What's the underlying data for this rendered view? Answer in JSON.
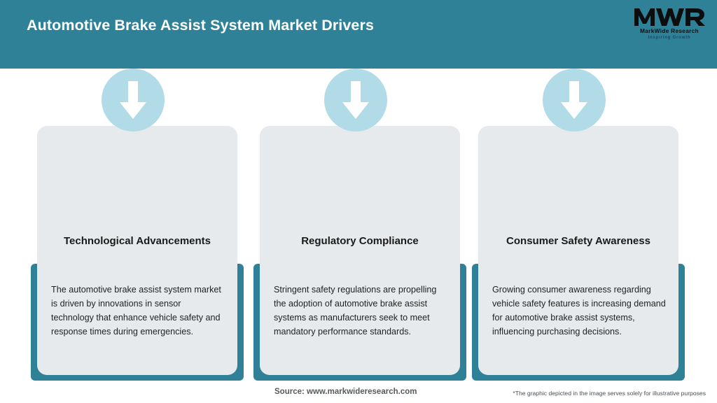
{
  "header": {
    "title": "Automotive Brake Assist System Market Drivers",
    "background_color": "#2e8196",
    "title_color": "#ffffff"
  },
  "logo": {
    "mark": "MWR",
    "name": "MarkWide Research",
    "tagline": "Inspiring Growth"
  },
  "theme": {
    "accent_teal": "#2e8196",
    "card_bg": "#e7eaec",
    "icon_circle": "#b2dbe8",
    "icon_arrow": "#ffffff"
  },
  "cards": [
    {
      "icon": "arrow-down-icon",
      "title": "Technological Advancements",
      "body": "The automotive brake assist system market is driven by innovations in sensor technology that enhance vehicle safety and response times during emergencies."
    },
    {
      "icon": "arrow-down-icon",
      "title": "Regulatory Compliance",
      "body": "Stringent safety regulations are propelling the adoption of automotive brake assist systems as manufacturers seek to meet mandatory performance standards."
    },
    {
      "icon": "arrow-down-icon",
      "title": "Consumer Safety Awareness",
      "body": "Growing consumer awareness regarding vehicle safety features is increasing demand for automotive brake assist systems, influencing purchasing decisions."
    }
  ],
  "footer": {
    "source": "Source: www.markwideresearch.com",
    "disclaimer": "*The graphic depicted in the image serves solely for illustrative purposes"
  }
}
